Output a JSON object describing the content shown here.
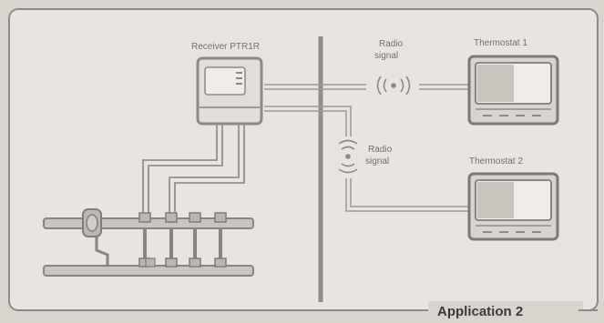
{
  "diagram": {
    "receiver_label": "Receiver PTR1R",
    "radio_label_top": [
      "Radio",
      "signal"
    ],
    "radio_label_mid": [
      "Radio",
      "signal"
    ],
    "thermostat1_label": "Thermostat 1",
    "thermostat2_label": "Thermostat 2",
    "caption": "Application 2"
  }
}
